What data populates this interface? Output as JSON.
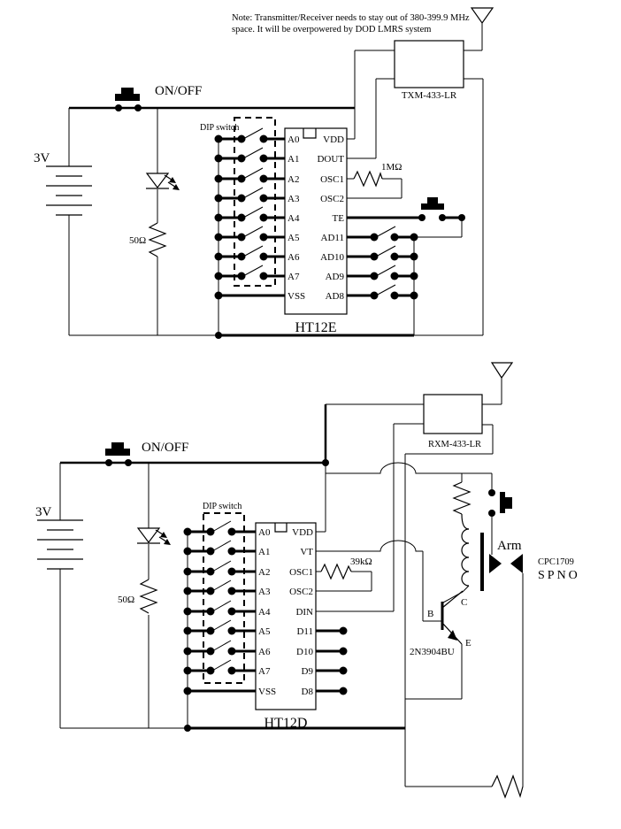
{
  "note": {
    "line1": "Note: Transmitter/Receiver needs to stay out of 380-399.9 MHz",
    "line2": "space. It will be overpowered by DOD LMRS system"
  },
  "colors": {
    "ink": "#000000",
    "background": "#ffffff"
  },
  "transmitter": {
    "module_label": "TXM-433-LR",
    "ic_label": "HT12E",
    "power_switch_label": "ON/OFF",
    "battery_label": "3V",
    "led_resistor_label": "50Ω",
    "osc_resistor_label": "1MΩ",
    "dip_switch_label": "DIP switch",
    "left_pins": [
      "A0",
      "A1",
      "A2",
      "A3",
      "A4",
      "A5",
      "A6",
      "A7",
      "VSS"
    ],
    "right_pins": [
      "VDD",
      "DOUT",
      "OSC1",
      "OSC2",
      "TE",
      "AD11",
      "AD10",
      "AD9",
      "AD8"
    ]
  },
  "receiver": {
    "module_label": "RXM-433-LR",
    "ic_label": "HT12D",
    "power_switch_label": "ON/OFF",
    "battery_label": "3V",
    "led_resistor_label": "50Ω",
    "osc_resistor_label": "39kΩ",
    "dip_switch_label": "DIP switch",
    "left_pins": [
      "A0",
      "A1",
      "A2",
      "A3",
      "A4",
      "A5",
      "A6",
      "A7",
      "VSS"
    ],
    "right_pins": [
      "VDD",
      "VT",
      "OSC1",
      "OSC2",
      "DIN",
      "D11",
      "D10",
      "D9",
      "D8"
    ],
    "transistor": {
      "label": "2N3904BU",
      "base": "B",
      "collector": "C",
      "emitter": "E"
    },
    "ssr": {
      "arm_label": "Arm",
      "part_label": "CPC1709",
      "type_label": "SPNO"
    }
  }
}
